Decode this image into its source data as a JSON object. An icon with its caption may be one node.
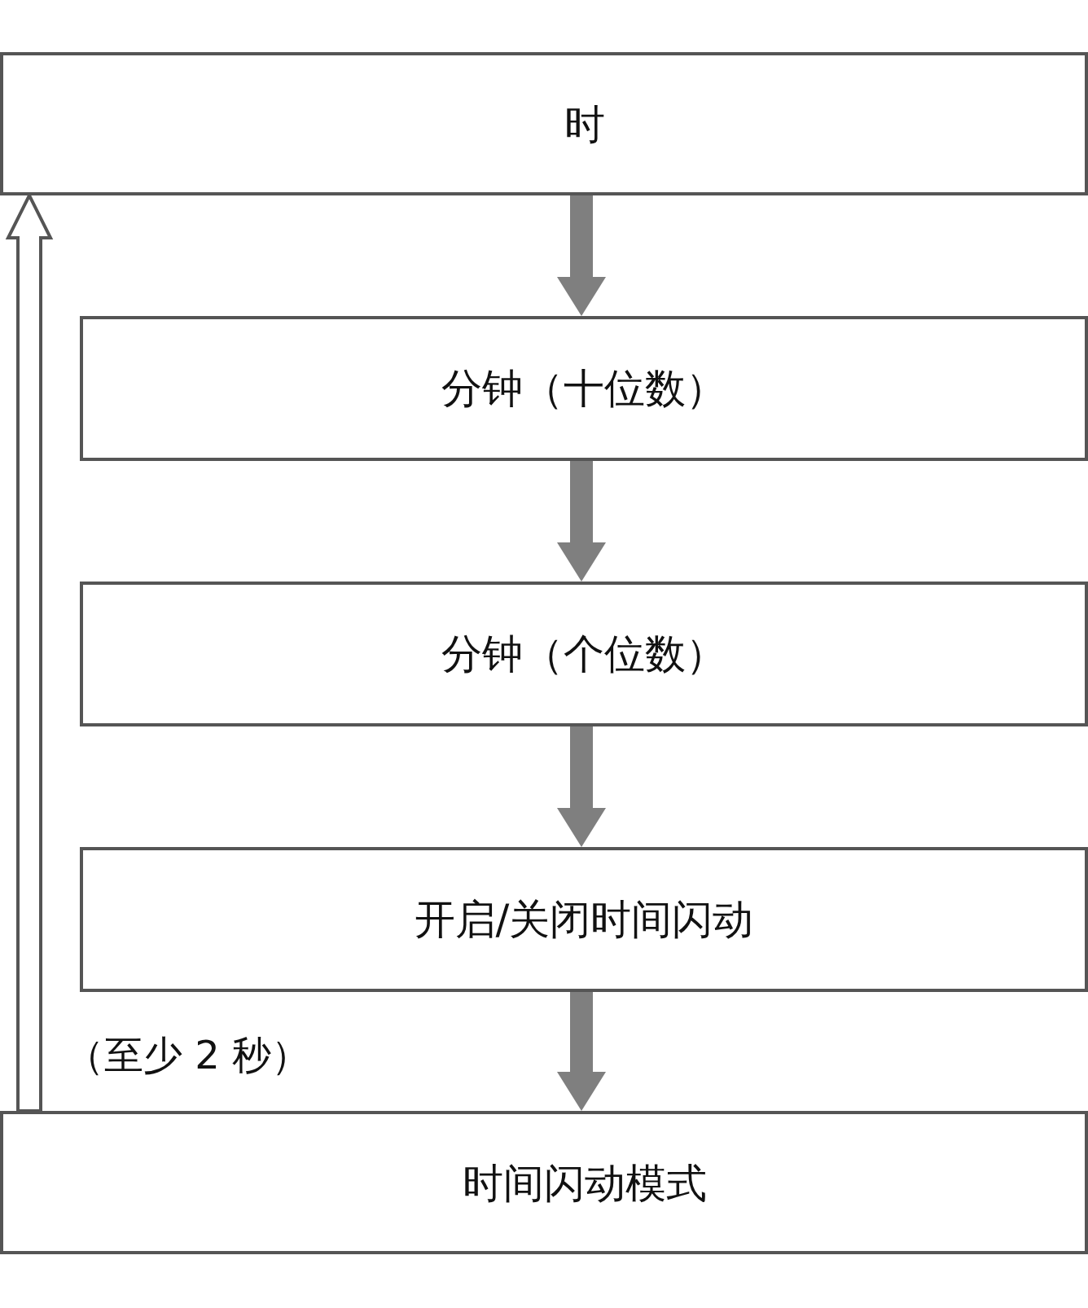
{
  "diagram": {
    "nodes": [
      {
        "text": [
          "时"
        ]
      },
      {
        "text": [
          "分钟（十位数）"
        ]
      },
      {
        "text": [
          "分钟（个位数）"
        ]
      },
      {
        "text": [
          "开启/关闭时间闪动"
        ]
      },
      {
        "text": [
          "时间闪动模式"
        ]
      }
    ],
    "edges": [
      {
        "from": 0,
        "to": 1,
        "arrow": "to",
        "style": "thick"
      },
      {
        "from": 1,
        "to": 2,
        "arrow": "to",
        "style": "thick"
      },
      {
        "from": 2,
        "to": 3,
        "arrow": "to",
        "style": "thick"
      },
      {
        "from": 3,
        "to": 4,
        "arrow": "to",
        "style": "thick"
      },
      {
        "from": 4,
        "to": 0,
        "arrow": "to"
      }
    ],
    "labels": [
      "（至少 2 秒）"
    ]
  }
}
